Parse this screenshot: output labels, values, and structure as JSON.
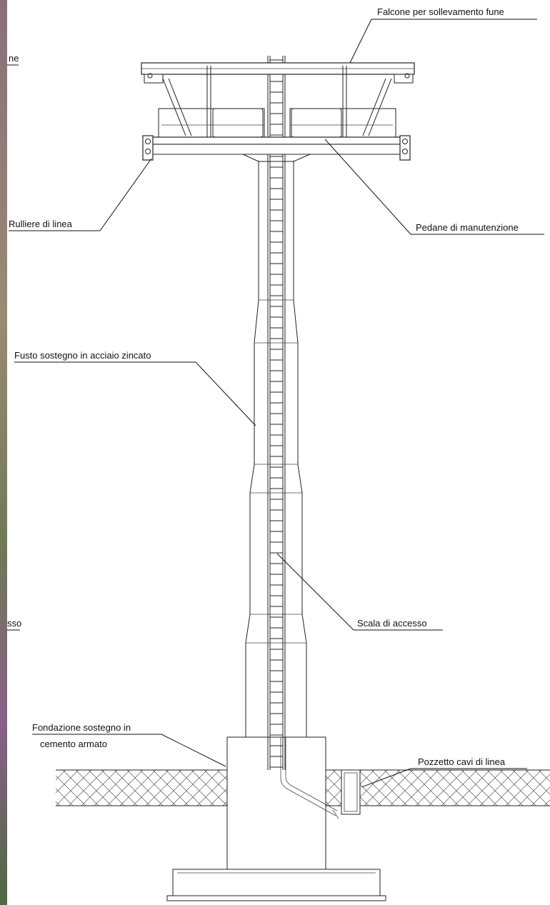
{
  "diagram": {
    "labels": {
      "falcone": "Falcone per sollevamento fune",
      "rulliere": "Rulliere di linea",
      "pedane": "Pedane di manutenzione",
      "fusto": "Fusto sostegno in acciaio zincato",
      "scala": "Scala di accesso",
      "fondazione_1": "Fondazione sostegno in",
      "fondazione_2": "cemento armato",
      "pozzetto": "Pozzetto cavi di linea",
      "left_fragment_top": "ne",
      "left_fragment_mid": "sso"
    },
    "colors": {
      "line": "#222222",
      "text": "#111111",
      "background": "#ffffff",
      "photo_strip": "#7a6a58"
    }
  }
}
